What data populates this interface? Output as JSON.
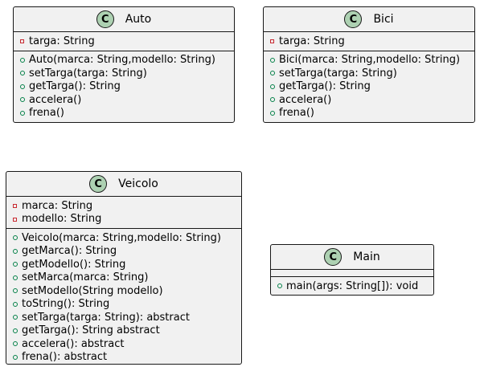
{
  "classes": {
    "auto": {
      "badge": "C",
      "name": "Auto",
      "fields": [
        {
          "visibility": "private",
          "text": "targa: String"
        }
      ],
      "methods": [
        {
          "visibility": "public",
          "text": "Auto(marca: String,modello: String)"
        },
        {
          "visibility": "public",
          "text": "setTarga(targa: String)"
        },
        {
          "visibility": "public",
          "text": "getTarga(): String"
        },
        {
          "visibility": "public",
          "text": "accelera()"
        },
        {
          "visibility": "public",
          "text": "frena()"
        }
      ]
    },
    "bici": {
      "badge": "C",
      "name": "Bici",
      "fields": [
        {
          "visibility": "private",
          "text": "targa: String"
        }
      ],
      "methods": [
        {
          "visibility": "public",
          "text": "Bici(marca: String,modello: String)"
        },
        {
          "visibility": "public",
          "text": "setTarga(targa: String)"
        },
        {
          "visibility": "public",
          "text": "getTarga(): String"
        },
        {
          "visibility": "public",
          "text": "accelera()"
        },
        {
          "visibility": "public",
          "text": "frena()"
        }
      ]
    },
    "veicolo": {
      "badge": "C",
      "name": "Veicolo",
      "fields": [
        {
          "visibility": "private",
          "text": "marca: String"
        },
        {
          "visibility": "private",
          "text": "modello: String"
        }
      ],
      "methods": [
        {
          "visibility": "public",
          "text": "Veicolo(marca: String,modello: String)"
        },
        {
          "visibility": "public",
          "text": "getMarca(): String"
        },
        {
          "visibility": "public",
          "text": "getModello(): String"
        },
        {
          "visibility": "public",
          "text": "setMarca(marca: String)"
        },
        {
          "visibility": "public",
          "text": "setModello(String modello)"
        },
        {
          "visibility": "public",
          "text": "toString(): String"
        },
        {
          "visibility": "public",
          "text": "setTarga(targa: String): abstract"
        },
        {
          "visibility": "public",
          "text": "getTarga(): String abstract"
        },
        {
          "visibility": "public",
          "text": "accelera(): abstract"
        },
        {
          "visibility": "public",
          "text": "frena(): abstract"
        }
      ]
    },
    "main": {
      "badge": "C",
      "name": "Main",
      "fields": [],
      "methods": [
        {
          "visibility": "public",
          "text": "main(args: String[]): void"
        }
      ]
    }
  },
  "colors": {
    "badge_fill": "#add1b2",
    "box_fill": "#f1f1f1",
    "border": "#181818",
    "private": "#c82930",
    "public": "#038048"
  }
}
